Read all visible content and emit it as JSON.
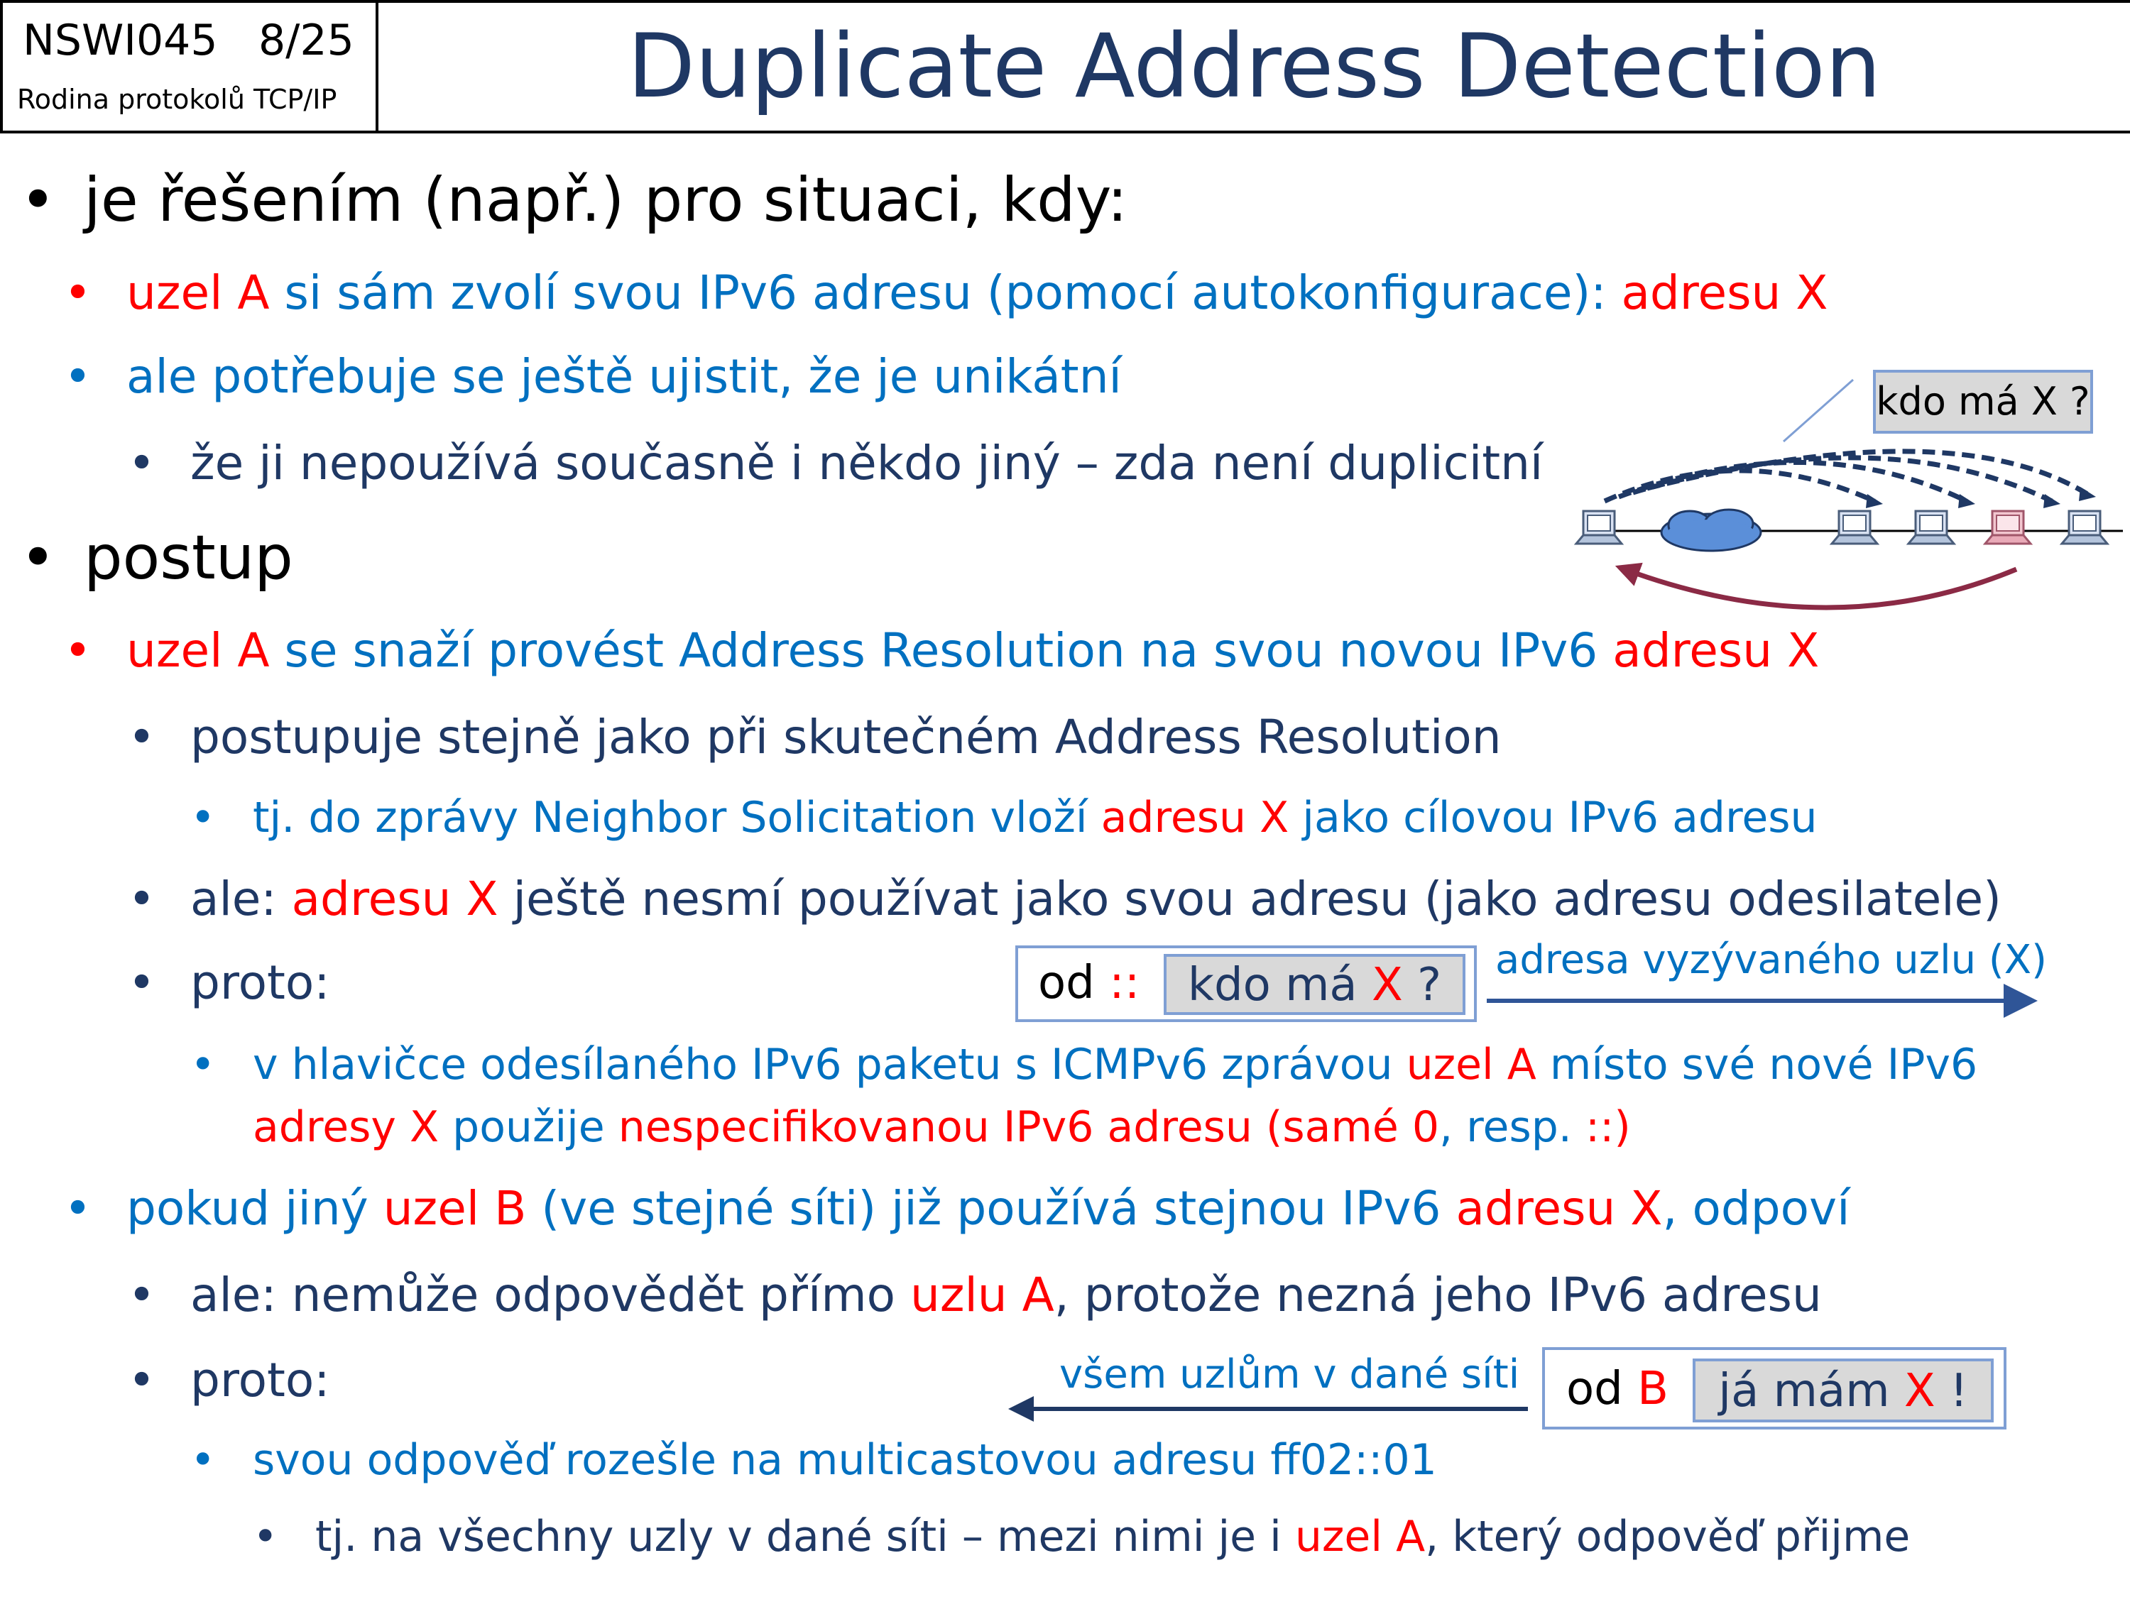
{
  "header": {
    "course_code": "NSWI045",
    "page": "8/25",
    "course_name": "Rodina protokolů TCP/IP",
    "title": "Duplicate Address Detection"
  },
  "content": {
    "b1": "je řešením (např.) pro situaci, kdy:",
    "b1_1": {
      "p1": "uzel A",
      "p2": " si sám zvolí svou IPv6 adresu (pomocí autokonfigurace): ",
      "p3": "adresu X"
    },
    "b1_2": "ale potřebuje se ještě ujistit, že je unikátní",
    "b1_2_1": "že ji nepoužívá současně i někdo jiný – zda není duplicitní",
    "b2": "postup",
    "b2_1": {
      "p1": "uzel A",
      "p2": " se snaží provést Address Resolution na svou novou IPv6 ",
      "p3": "adresu X"
    },
    "b2_1_1": "postupuje stejně jako při skutečném Address Resolution",
    "b2_1_1_1": {
      "p1": "tj. do zprávy Neighbor Solicitation vloží ",
      "p2": "adresu X",
      "p3": " jako cílovou IPv6 adresu"
    },
    "b2_1_2": {
      "p1": "ale: ",
      "p2": "adresu X",
      "p3": " ještě nesmí používat jako svou adresu (jako adresu odesilatele)"
    },
    "b2_1_3": "proto:",
    "b2_1_3_1a": {
      "p1": "v hlavičce odesílaného IPv6 paketu s ICMPv6 zprávou ",
      "p2": "uzel A",
      "p3": " místo své nové IPv6"
    },
    "b2_1_3_1b": {
      "p1": "adresy X",
      "p2": " použije ",
      "p3": "nespecifikovanou IPv6 adresu",
      "p4": " (",
      "p5": "samé 0",
      "p6": ", resp. ",
      "p7": "::",
      "p8": ")"
    },
    "b2_2": {
      "p1": "pokud jiný ",
      "p2": "uzel B",
      "p3": " (ve stejné síti) již používá stejnou IPv6 ",
      "p4": "adresu X",
      "p5": ", odpoví"
    },
    "b2_2_1": {
      "p1": "ale: nemůže odpovědět přímo ",
      "p2": "uzlu A",
      "p3": ", protože nezná jeho IPv6 adresu"
    },
    "b2_2_2": "proto:",
    "b2_2_2_1": "svou odpověď rozešle na multicastovou adresu ff02::01",
    "b2_2_2_1_1": {
      "p1": "tj. na všechny uzly v dané síti – mezi nimi je i ",
      "p2": "uzel A",
      "p3": ", který odpověď  přijme"
    }
  },
  "solicitation": {
    "from_label": "od ",
    "from_addr": "::",
    "query_prefix": "kdo má ",
    "query_x": "X",
    "query_suffix": " ?",
    "arrow_label": "adresa vyzývaného uzlu (X)"
  },
  "advertisement": {
    "from_label": "od ",
    "from_node": "B",
    "answer_prefix": "já mám ",
    "answer_x": "X",
    "answer_suffix": " !",
    "arrow_label": "všem uzlům v dané síti"
  },
  "network_diagram": {
    "callout": "kdo má X ?"
  },
  "colors": {
    "red": "#ff0000",
    "blue": "#0070c0",
    "navy": "#1f3864",
    "box_border": "#7f9fd4",
    "box_fill": "#d9d9d9",
    "arrow_dark": "#1f3864",
    "return_arrow": "#8b2a45"
  },
  "icons": [
    "computer-icon",
    "cloud-icon"
  ]
}
